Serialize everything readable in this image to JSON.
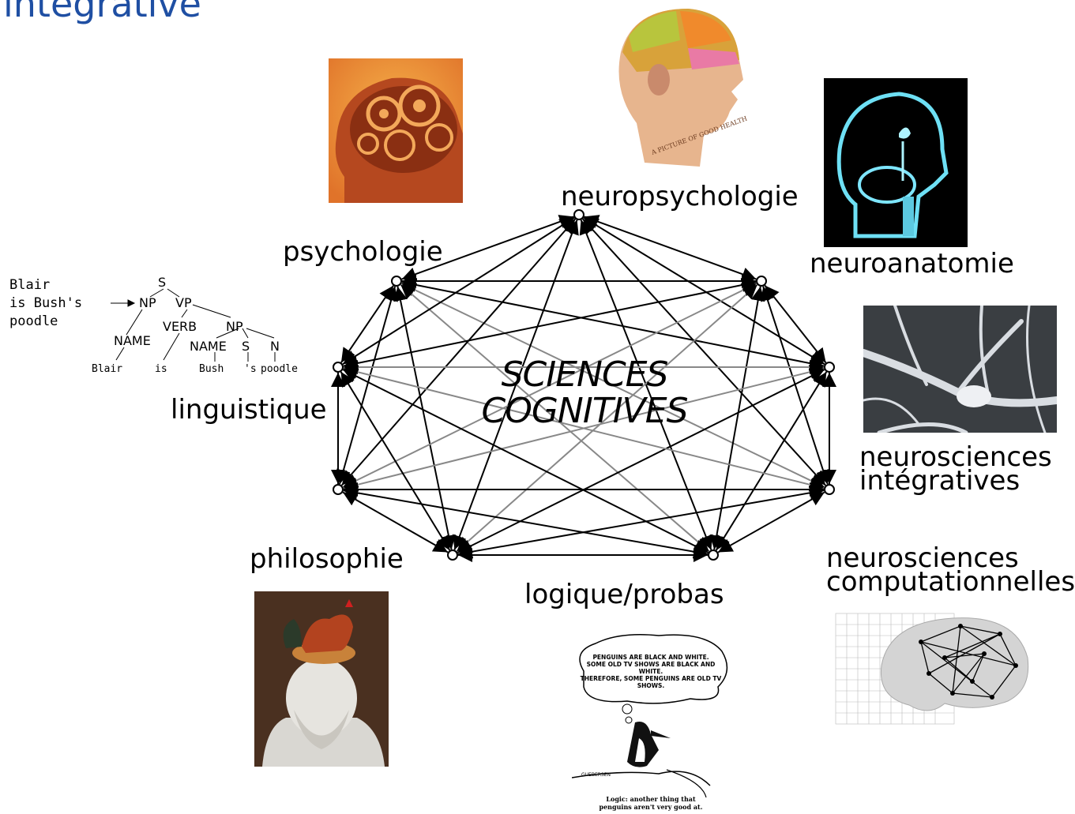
{
  "title": "intégrative",
  "center": {
    "line1": "SCIENCES",
    "line2": "COGNITIVES"
  },
  "nodes": {
    "neuropsychologie": "neuropsychologie",
    "psychologie": "psychologie",
    "neuroanatomie": "neuroanatomie",
    "linguistique": "linguistique",
    "neurosciences_integratives": [
      "neurosciences",
      "intégratives"
    ],
    "philosophie": "philosophie",
    "logique_probas": "logique/probas",
    "neurosciences_computationnelles": [
      "neurosciences",
      "computationnelles"
    ]
  },
  "parse_tree": {
    "sentence": [
      "Blair",
      "is Bush's",
      "poodle"
    ],
    "labels": [
      "S",
      "NP",
      "VP",
      "VERB",
      "NP",
      "NAME",
      "NAME",
      "S",
      "N"
    ],
    "leaves": [
      "Blair",
      "is",
      "Bush",
      "'s",
      "poodle"
    ]
  },
  "cartoon": {
    "thought": [
      "PENGUINS ARE BLACK AND WHITE.",
      "SOME OLD TV SHOWS ARE BLACK AND WHITE.",
      "THEREFORE, SOME PENGUINS ARE OLD TV SHOWS."
    ],
    "caption": [
      "Logic: another thing that",
      "penguins aren't very good at."
    ],
    "signature": "GUEBERSEN"
  },
  "phrenology_caption": "A PICTURE OF GOOD HEALTH",
  "colors": {
    "title": "#1f4fa3",
    "edge": "#000000",
    "edge_light": "#888888"
  }
}
